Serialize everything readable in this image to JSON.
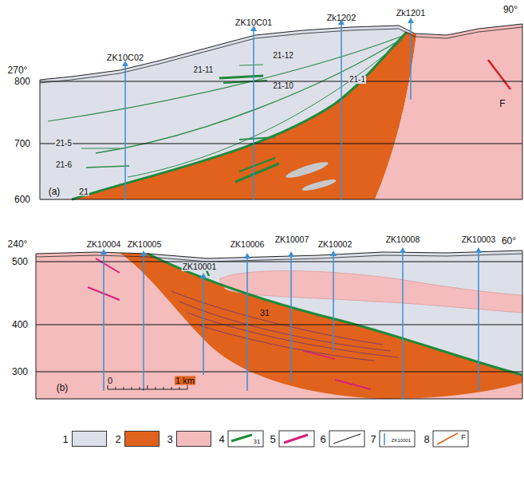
{
  "diagram": {
    "labels": [
      "270°",
      "90°",
      "ZK10C02",
      "ZK10C01",
      "Zk1202",
      "Zk1201",
      "800",
      "700",
      "600",
      "(a)",
      "21-12",
      "21-11",
      "21-10",
      "21-1",
      "21-5",
      "21-6",
      "21",
      "F",
      "240°",
      "60°",
      "ZK10004",
      "ZK10005",
      "ZK10001",
      "ZK10006",
      "ZK10007",
      "ZK10002",
      "ZK10008",
      "ZK10003",
      "500",
      "400",
      "300",
      "(b)",
      "31",
      "0",
      "1 km",
      "31",
      "ZK10001",
      "F"
    ],
    "legend": [
      {
        "text": "1",
        "color": "#dde0e9"
      },
      {
        "text": "2",
        "color": "#e0621c"
      },
      {
        "text": "3",
        "color": "#f4bcbc"
      },
      {
        "text": "4"
      },
      {
        "text": "5"
      },
      {
        "text": "6"
      },
      {
        "text": "7"
      },
      {
        "text": "8"
      }
    ]
  }
}
